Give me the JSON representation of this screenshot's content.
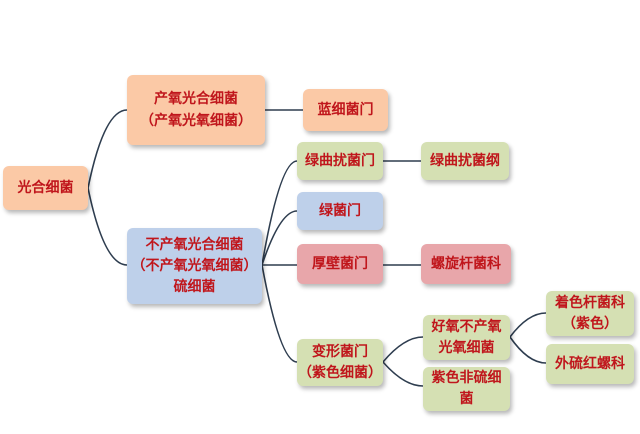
{
  "diagram": {
    "root": "光合细菌",
    "oxygenic": {
      "line1": "产氧光合细菌",
      "line2": "（产氧光氧细菌）"
    },
    "cyanobacteria": "蓝细菌门",
    "anoxygenic": {
      "line1": "不产氧光合细菌",
      "line2": "（不产氧光氧细菌）",
      "line3": "硫细菌"
    },
    "chloroflexi": "绿曲扰菌门",
    "chloroflexi_class": "绿曲扰菌纲",
    "chlorobi": "绿菌门",
    "firmicutes": "厚壁菌门",
    "heliobacteriaceae": "螺旋杆菌科",
    "proteobacteria": {
      "line1": "变形菌门",
      "line2": "（紫色细菌）"
    },
    "aerobic_anoxygenic": {
      "line1": "好氧不产氧",
      "line2": "光氧细菌"
    },
    "purple_nonsulfur": {
      "line1": "紫色非硫细",
      "line2": "菌"
    },
    "chromatiaceae": {
      "line1": "着色杆菌科",
      "line2": "（紫色）"
    },
    "ectothiorhodospiraceae": "外硫红螺科"
  },
  "colors": {
    "text": "#c0161c",
    "orange": "#fbc9a6",
    "green": "#d5e0b3",
    "blue": "#bed0ea",
    "pink": "#e8a6aa",
    "connector": "#2e3d4f"
  }
}
